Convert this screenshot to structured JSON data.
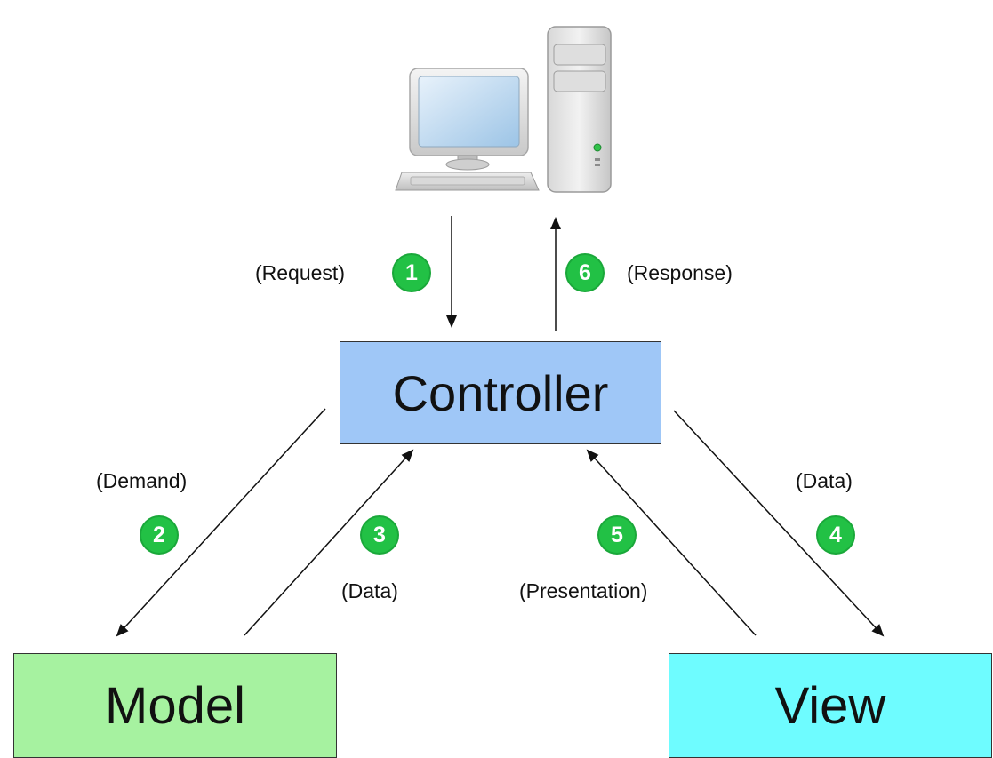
{
  "nodes": {
    "controller": "Controller",
    "model": "Model",
    "view": "View"
  },
  "flows": [
    {
      "step": "1",
      "label": "(Request)"
    },
    {
      "step": "2",
      "label": "(Demand)"
    },
    {
      "step": "3",
      "label": "(Data)"
    },
    {
      "step": "4",
      "label": "(Data)"
    },
    {
      "step": "5",
      "label": "(Presentation)"
    },
    {
      "step": "6",
      "label": "(Response)"
    }
  ],
  "colors": {
    "controller_fill": "#9fc7f7",
    "model_fill": "#a6f2a0",
    "view_fill": "#6efcff",
    "step_badge": "#22c145"
  },
  "icons": {
    "client": "desktop-computer-icon"
  }
}
